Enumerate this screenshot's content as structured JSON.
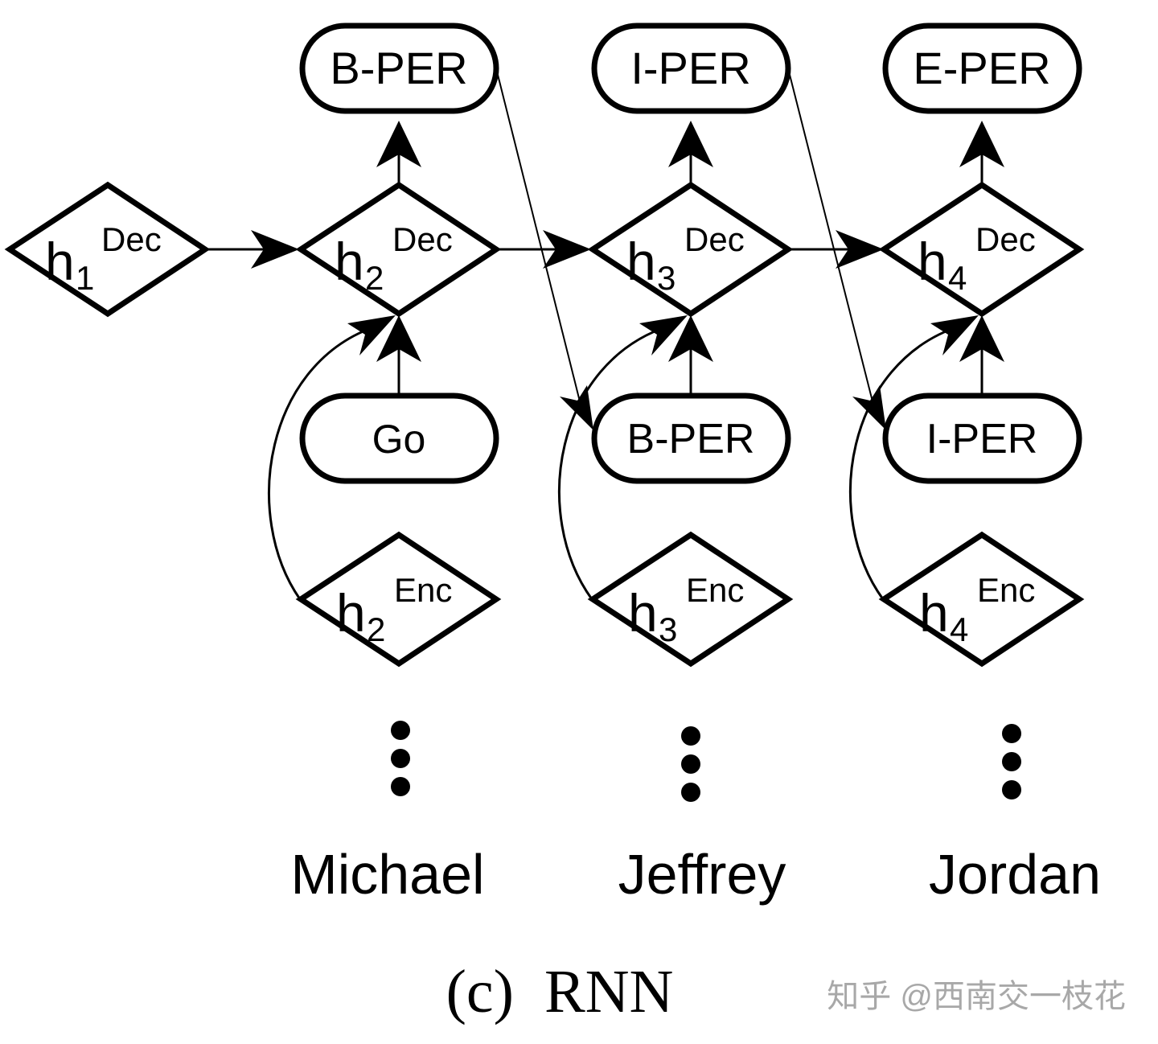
{
  "diagram": {
    "decoder_states": [
      {
        "base": "h",
        "sub": "1",
        "sup": "Dec"
      },
      {
        "base": "h",
        "sub": "2",
        "sup": "Dec"
      },
      {
        "base": "h",
        "sub": "3",
        "sup": "Dec"
      },
      {
        "base": "h",
        "sub": "4",
        "sup": "Dec"
      }
    ],
    "encoder_states": [
      {
        "base": "h",
        "sub": "2",
        "sup": "Enc"
      },
      {
        "base": "h",
        "sub": "3",
        "sup": "Enc"
      },
      {
        "base": "h",
        "sub": "4",
        "sup": "Enc"
      }
    ],
    "output_tags": [
      "B-PER",
      "I-PER",
      "E-PER"
    ],
    "input_tags": [
      "Go",
      "B-PER",
      "I-PER"
    ],
    "words": [
      "Michael",
      "Jeffrey",
      "Jordan"
    ],
    "caption": "(c)  RNN",
    "watermark": "知乎 @西南交一枝花"
  }
}
